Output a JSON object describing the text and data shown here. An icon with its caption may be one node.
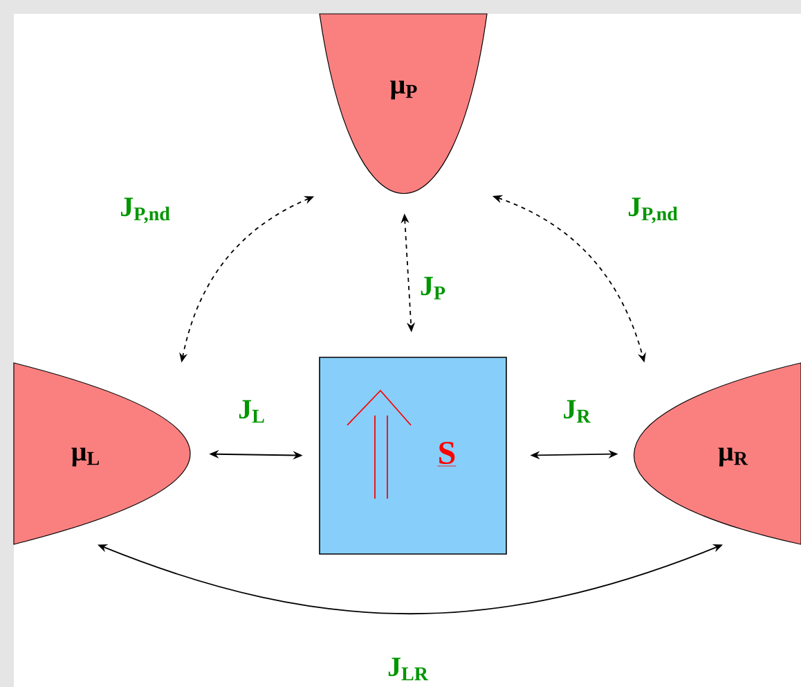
{
  "diagram": {
    "nodes": [
      {
        "text": [
          "μ$_{P}$"
        ]
      },
      {
        "text": [
          "μ$_{L}$"
        ]
      },
      {
        "text": [
          "S"
        ]
      },
      {
        "text": [
          "μ$_{R}$"
        ]
      }
    ],
    "edges": [
      {
        "from": 0,
        "to": 1,
        "arrow": "both",
        "style": "dashed",
        "label": "J$_{P,nd}$"
      },
      {
        "from": 0,
        "to": 3,
        "arrow": "both",
        "style": "dashed",
        "label": "J$_{P,nd}$"
      },
      {
        "from": 0,
        "to": 2,
        "arrow": "both",
        "style": "dashed",
        "label": "J$_{P}$"
      },
      {
        "from": 1,
        "to": 2,
        "arrow": "both",
        "label": "J$_{L}$"
      },
      {
        "from": 2,
        "to": 3,
        "arrow": "both",
        "label": "J$_{R}$"
      },
      {
        "from": 1,
        "to": 3,
        "arrow": "both",
        "label": "J$_{LR}$"
      }
    ]
  }
}
